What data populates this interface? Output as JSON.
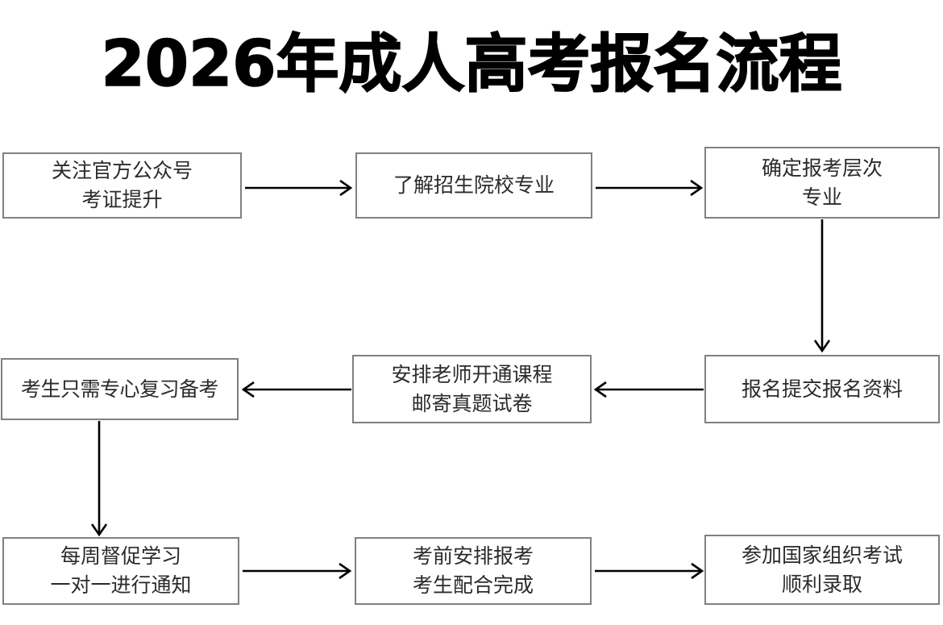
{
  "title": "2026年成人高考报名流程",
  "theme": {
    "background": "#ffffff",
    "box_border": "#7f8083",
    "box_fill": "#ffffff",
    "text_color": "#2b2b2b",
    "title_color": "#000000",
    "arrow_color": "#000000"
  },
  "chart_data": {
    "type": "diagram",
    "diagram_kind": "flowchart",
    "title": "2026年成人高考报名流程",
    "nodes": [
      {
        "id": "n1",
        "line1": "关注官方公众号",
        "line2": "考证提升",
        "row": 1,
        "col": 1
      },
      {
        "id": "n2",
        "line1": "了解招生院校专业",
        "line2": "",
        "row": 1,
        "col": 2
      },
      {
        "id": "n3",
        "line1": "确定报考层次",
        "line2": "专业",
        "row": 1,
        "col": 3
      },
      {
        "id": "n4",
        "line1": "考生只需专心复习备考",
        "line2": "",
        "row": 2,
        "col": 1
      },
      {
        "id": "n5",
        "line1": "安排老师开通课程",
        "line2": "邮寄真题试卷",
        "row": 2,
        "col": 2
      },
      {
        "id": "n6",
        "line1": "报名提交报名资料",
        "line2": "",
        "row": 2,
        "col": 3
      },
      {
        "id": "n7",
        "line1": "每周督促学习",
        "line2": "一对一进行通知",
        "row": 3,
        "col": 1
      },
      {
        "id": "n8",
        "line1": "考前安排报考",
        "line2": "考生配合完成",
        "row": 3,
        "col": 2
      },
      {
        "id": "n9",
        "line1": "参加国家组织考试",
        "line2": "顺利录取",
        "row": 3,
        "col": 3
      }
    ],
    "edges": [
      {
        "from": "n1",
        "to": "n2",
        "direction": "right"
      },
      {
        "from": "n2",
        "to": "n3",
        "direction": "right"
      },
      {
        "from": "n3",
        "to": "n6",
        "direction": "down"
      },
      {
        "from": "n6",
        "to": "n5",
        "direction": "left"
      },
      {
        "from": "n5",
        "to": "n4",
        "direction": "left"
      },
      {
        "from": "n4",
        "to": "n7",
        "direction": "down"
      },
      {
        "from": "n7",
        "to": "n8",
        "direction": "right"
      },
      {
        "from": "n8",
        "to": "n9",
        "direction": "right"
      }
    ]
  }
}
